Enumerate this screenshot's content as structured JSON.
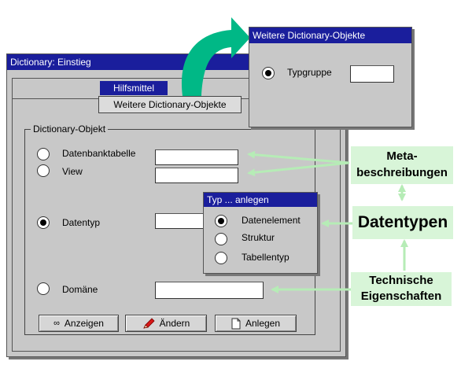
{
  "main_window": {
    "title": "Dictionary: Einstieg",
    "menu": {
      "hilfsmittel": "Hilfsmittel",
      "weitere": "Weitere Dictionary-Objekte"
    },
    "group_title": "Dictionary-Objekt",
    "options": {
      "datenbanktabelle": "Datenbanktabelle",
      "view": "View",
      "datentyp": "Datentyp",
      "domaene": "Domäne"
    },
    "buttons": {
      "anzeigen": "Anzeigen",
      "aendern": "Ändern",
      "anlegen": "Anlegen"
    }
  },
  "weitere_window": {
    "title": "Weitere Dictionary-Objekte",
    "typgruppe": "Typgruppe"
  },
  "typ_anlegen_popup": {
    "title": "Typ ... anlegen",
    "options": {
      "datenelement": "Datenelement",
      "struktur": "Struktur",
      "tabellentyp": "Tabellentyp"
    }
  },
  "callouts": {
    "meta_line1": "Meta-",
    "meta_line2": "beschreibungen",
    "datentypen": "Datentypen",
    "tech_line1": "Technische",
    "tech_line2": "Eigenschaften"
  },
  "colors": {
    "titlebar": "#1a1e9c",
    "window": "#c8c8c8",
    "callout_bg": "#d8f5d8",
    "arrow_green": "#00b886"
  }
}
